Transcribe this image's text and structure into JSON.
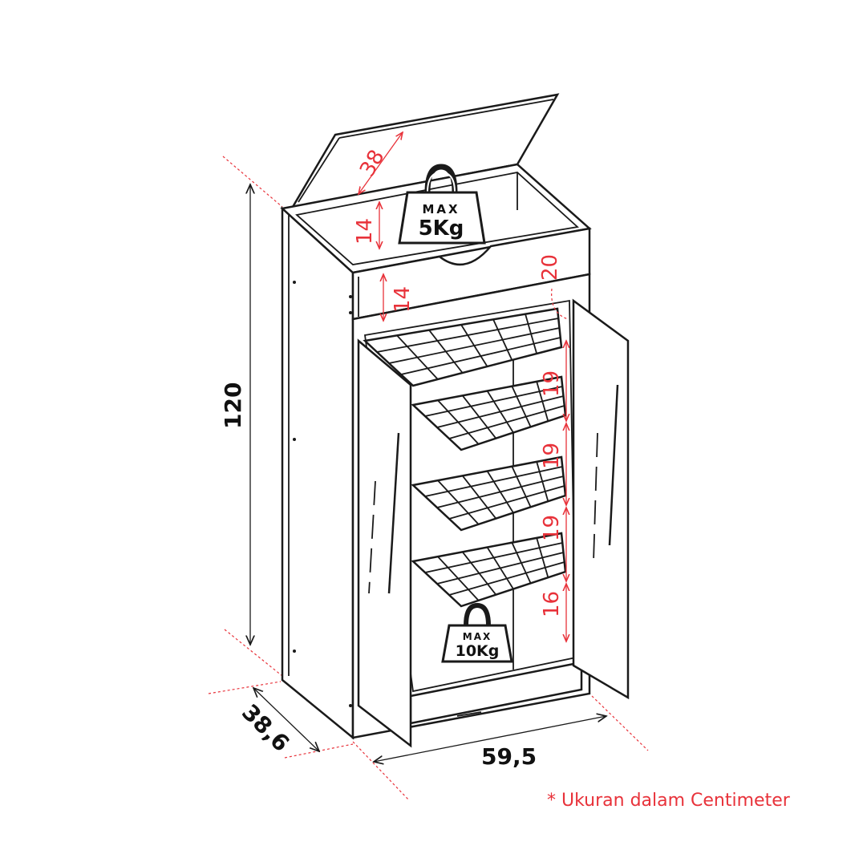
{
  "dimensions": {
    "height_total": "120",
    "depth": "38,6",
    "width": "59,5",
    "lid_depth": "38",
    "top_compartment_height": "14",
    "drawer_height": "14",
    "shelf_depth_label": "20",
    "shelf_gaps": [
      "19",
      "19",
      "19",
      "16"
    ]
  },
  "weights": {
    "top": {
      "max_label": "MAX",
      "value": "5Kg"
    },
    "bottom": {
      "max_label": "MAX",
      "value": "10Kg"
    }
  },
  "note": "* Ukuran dalam Centimeter",
  "colors": {
    "accent": "#e8323a",
    "line": "#1a1a1a"
  }
}
